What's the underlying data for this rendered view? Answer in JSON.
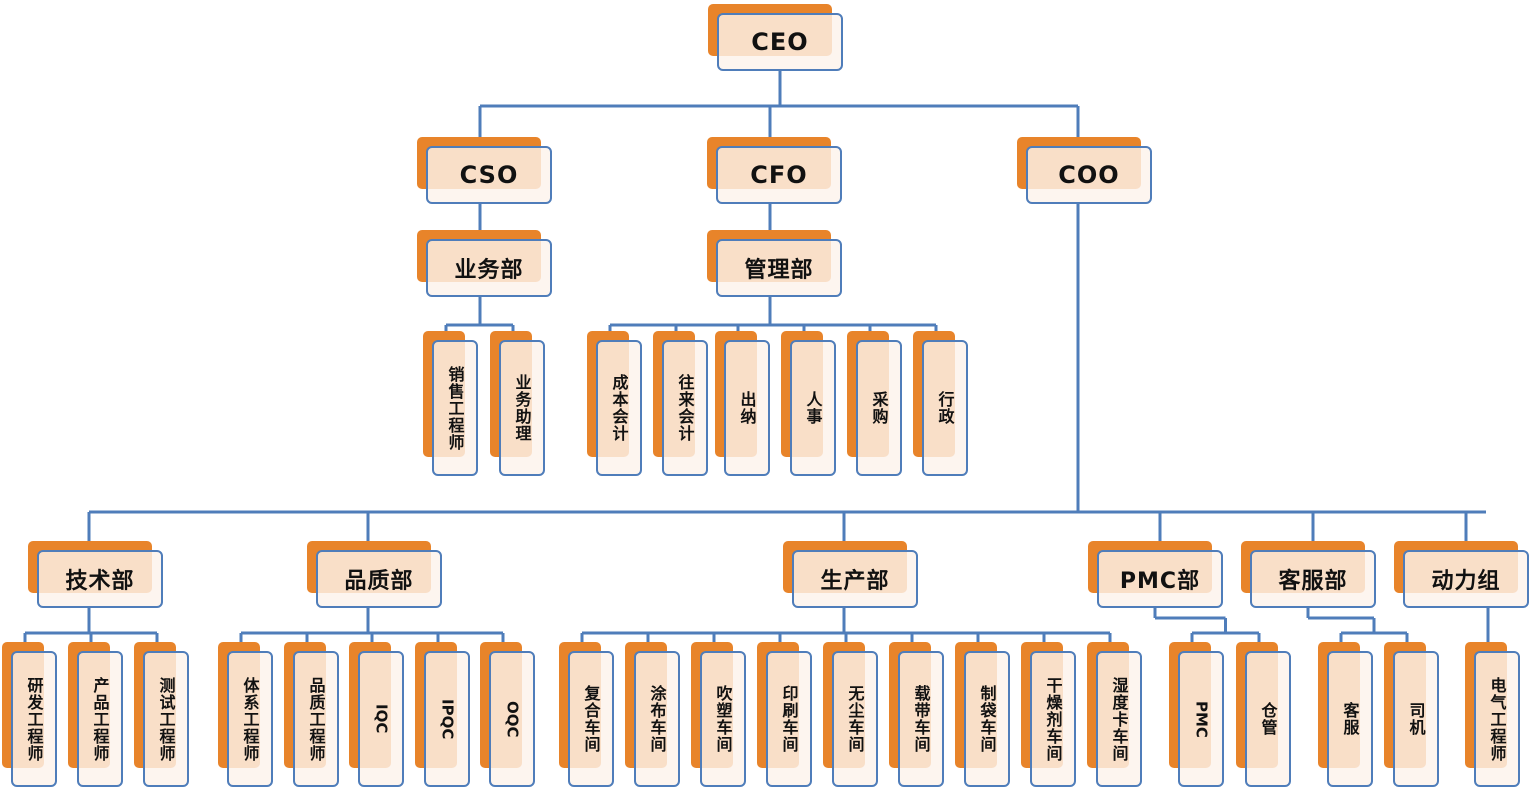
{
  "title": "组织架构图",
  "colors": {
    "line": "#4f7dba",
    "accent": "#e8842a",
    "fill": "#fdf3eb",
    "text": "#111111"
  },
  "chart_data": {
    "type": "org-chart",
    "root": {
      "label": "CEO",
      "children": [
        {
          "label": "CSO",
          "children": [
            {
              "label": "业务部",
              "children": [
                {
                  "label": "销售工程师"
                },
                {
                  "label": "业务助理"
                }
              ]
            }
          ]
        },
        {
          "label": "CFO",
          "children": [
            {
              "label": "管理部",
              "children": [
                {
                  "label": "成本会计"
                },
                {
                  "label": "往来会计"
                },
                {
                  "label": "出纳"
                },
                {
                  "label": "人事"
                },
                {
                  "label": "采购"
                },
                {
                  "label": "行政"
                }
              ]
            }
          ]
        },
        {
          "label": "COO",
          "children": [
            {
              "label": "技术部",
              "children": [
                {
                  "label": "研发工程师"
                },
                {
                  "label": "产品工程师"
                },
                {
                  "label": "测试工程师"
                }
              ]
            },
            {
              "label": "品质部",
              "children": [
                {
                  "label": "体系工程师"
                },
                {
                  "label": "品质工程师"
                },
                {
                  "label": "IQC"
                },
                {
                  "label": "IPQC"
                },
                {
                  "label": "OQC"
                }
              ]
            },
            {
              "label": "生产部",
              "children": [
                {
                  "label": "复合车间"
                },
                {
                  "label": "涂布车间"
                },
                {
                  "label": "吹塑车间"
                },
                {
                  "label": "印刷车间"
                },
                {
                  "label": "无尘车间"
                },
                {
                  "label": "载带车间"
                },
                {
                  "label": "制袋车间"
                },
                {
                  "label": "干燥剂车间"
                },
                {
                  "label": "湿度卡车间"
                }
              ]
            },
            {
              "label": "PMC部",
              "children": [
                {
                  "label": "PMC"
                },
                {
                  "label": "仓管"
                }
              ]
            },
            {
              "label": "客服部",
              "children": [
                {
                  "label": "客服"
                },
                {
                  "label": "司机"
                }
              ]
            },
            {
              "label": "动力组",
              "children": [
                {
                  "label": "电气工程师"
                }
              ]
            }
          ]
        }
      ]
    }
  }
}
